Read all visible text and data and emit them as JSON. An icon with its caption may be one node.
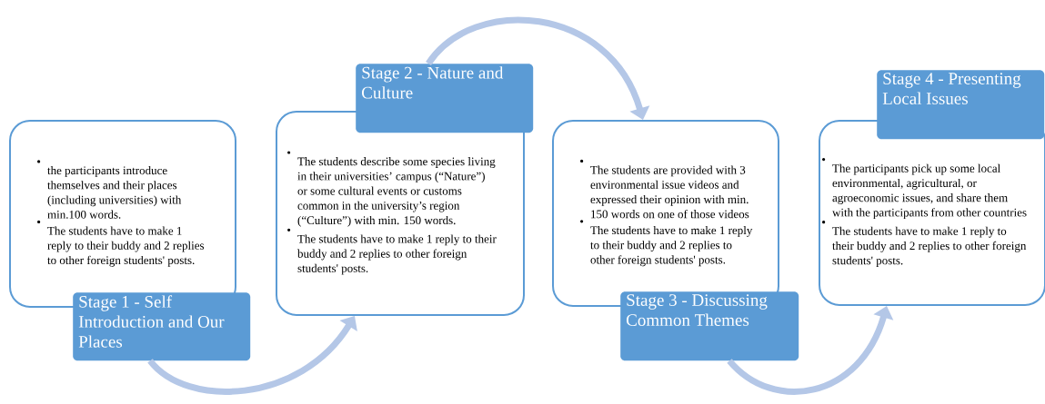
{
  "diagram": {
    "nodes": [
      {
        "text": [
          "the participants introduce themselves and their places (including universities) with min.100 words.",
          "The students have to make 1 reply to their buddy and 2 replies to other foreign students' posts."
        ]
      },
      {
        "text": [
          "Stage 1 - Self Introduction and Our Places"
        ]
      },
      {
        "text": [
          "Stage 2 - Nature and Culture"
        ]
      },
      {
        "text": [
          "The students describe some species living in their universities’ campus (“Nature”) or some cultural events or customs common in the university’s region (“Culture”) with min. 150 words.",
          "The students have to make 1 reply to their buddy and 2 replies to other foreign students' posts."
        ]
      },
      {
        "text": [
          "The students are provided with 3 environmental issue videos and expressed their opinion with min. 150 words on one of those videos",
          "The students have to make 1 reply to their buddy and 2 replies to other foreign students' posts."
        ]
      },
      {
        "text": [
          "Stage 3 - Discussing Common Themes"
        ]
      },
      {
        "text": [
          "Stage 4 - Presenting Local Issues"
        ]
      },
      {
        "text": [
          "The participants pick up some local environmental, agricultural, or agroeconomic issues, and share them with the participants from other countries",
          "The students have to make 1 reply to their buddy and 2 replies to other foreign students' posts."
        ]
      }
    ],
    "edges": [
      {
        "from": 1,
        "to": 3,
        "arrow": "to"
      },
      {
        "from": 2,
        "to": 4,
        "arrow": "to"
      },
      {
        "from": 5,
        "to": 7,
        "arrow": "to"
      }
    ]
  }
}
